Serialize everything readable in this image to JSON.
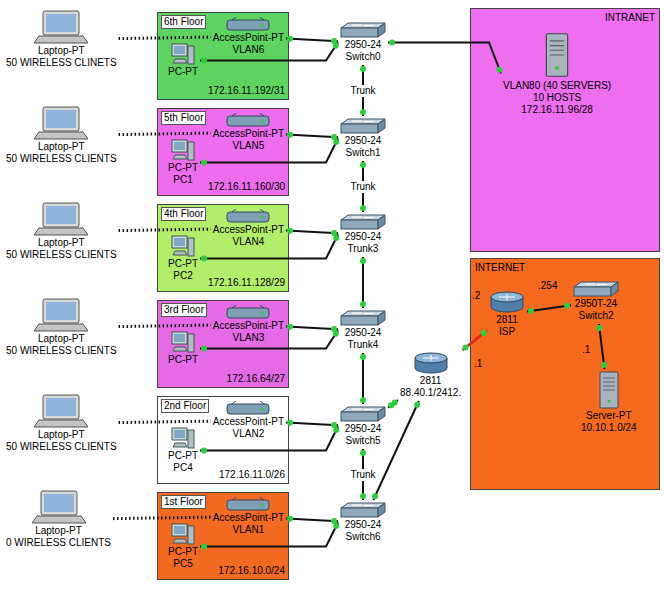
{
  "diagram": {
    "nodes": [
      {
        "text": [
          "Laptop-PT",
          "50 WIRELESS CLINETS"
        ]
      },
      {
        "text": [
          "6th Floor",
          "172.16.11.192/31"
        ]
      },
      {
        "text": [
          "AccessPoint-PT",
          "VLAN6"
        ],
        "in": 1
      },
      {
        "text": [
          "PC-PT"
        ],
        "in": 1
      },
      {
        "text": [
          "2950-24",
          "Switch0"
        ]
      },
      {
        "text": [
          "INTRANET"
        ]
      },
      {
        "text": [
          "VLAN80 (40 SERVERS)",
          "10 HOSTS",
          "172.16.11.96/28"
        ],
        "in": 5
      },
      {
        "text": [
          "Laptop-PT",
          "50 WIRELESS CLIENTS"
        ]
      },
      {
        "text": [
          "5th Floor",
          "172.16.11.160/30"
        ]
      },
      {
        "text": [
          "AccessPoint-PT",
          "VLAN5"
        ],
        "in": 8
      },
      {
        "text": [
          "PC-PT",
          "PC1"
        ],
        "in": 8
      },
      {
        "text": [
          "2950-24",
          "Switch1"
        ]
      },
      {
        "text": [
          "Laptop-PT",
          "50 WIRELESS CLIENTS"
        ]
      },
      {
        "text": [
          "4th Floor",
          "172.16.11.128/29"
        ]
      },
      {
        "text": [
          "AccessPoint-PT",
          "VLAN4"
        ],
        "in": 13
      },
      {
        "text": [
          "PC-PT",
          "PC2"
        ],
        "in": 13
      },
      {
        "text": [
          "2950-24",
          "Trunk3"
        ]
      },
      {
        "text": [
          "INTERNET"
        ]
      },
      {
        "text": [
          "2811",
          "ISP"
        ],
        "in": 17
      },
      {
        "text": [
          "2950T-24",
          "Switch2"
        ],
        "in": 17
      },
      {
        "text": [
          "Server-PT",
          "10.10.1.0/24"
        ],
        "in": 17
      },
      {
        "text": [
          "Laptop-PT",
          "50 WIRELESS CLIENTS"
        ]
      },
      {
        "text": [
          "3rd Floor",
          "172.16.64/27"
        ]
      },
      {
        "text": [
          "AccessPoint-PT",
          "VLAN3"
        ],
        "in": 22
      },
      {
        "text": [
          "PC-PT"
        ],
        "in": 22
      },
      {
        "text": [
          "2950-24",
          "Trunk4"
        ]
      },
      {
        "text": [
          "2811",
          "88.40.1/2412."
        ]
      },
      {
        "text": [
          "Laptop-PT",
          "50 WIRELESS CLIENTS"
        ]
      },
      {
        "text": [
          "2nd Floor",
          "172.16.11.0/26"
        ]
      },
      {
        "text": [
          "AccessPoint-PT",
          "VLAN2"
        ],
        "in": 28
      },
      {
        "text": [
          "PC-PT",
          "PC4"
        ],
        "in": 28
      },
      {
        "text": [
          "2950-24",
          "Switch5"
        ]
      },
      {
        "text": [
          "Laptop-PT",
          "0 WIRELESS CLIENTS"
        ]
      },
      {
        "text": [
          "1st Floor",
          "172.16.10.0/24"
        ]
      },
      {
        "text": [
          "AccessPoint-PT",
          "VLAN1"
        ],
        "in": 33
      },
      {
        "text": [
          "PC-PT",
          "PC5"
        ],
        "in": 33
      },
      {
        "text": [
          "2950-24",
          "Switch6"
        ]
      }
    ],
    "edges": [
      {
        "from": 0,
        "to": 2,
        "arrow": "none"
      },
      {
        "from": 2,
        "to": 4,
        "arrow": "none"
      },
      {
        "from": 3,
        "to": 4,
        "arrow": "none"
      },
      {
        "from": 4,
        "to": 6,
        "arrow": "none"
      },
      {
        "from": 4,
        "to": 11,
        "label": "Trunk",
        "arrow": "none"
      },
      {
        "from": 7,
        "to": 9,
        "arrow": "none"
      },
      {
        "from": 9,
        "to": 11,
        "arrow": "none"
      },
      {
        "from": 10,
        "to": 11,
        "arrow": "none"
      },
      {
        "from": 11,
        "to": 16,
        "label": "Trunk",
        "arrow": "none"
      },
      {
        "from": 12,
        "to": 14,
        "arrow": "none"
      },
      {
        "from": 14,
        "to": 16,
        "arrow": "none"
      },
      {
        "from": 15,
        "to": 16,
        "arrow": "none"
      },
      {
        "from": 16,
        "to": 25,
        "arrow": "none"
      },
      {
        "from": 21,
        "to": 23,
        "arrow": "none"
      },
      {
        "from": 23,
        "to": 25,
        "arrow": "none"
      },
      {
        "from": 24,
        "to": 25,
        "arrow": "none"
      },
      {
        "from": 25,
        "to": 31,
        "arrow": "none"
      },
      {
        "from": 27,
        "to": 29,
        "arrow": "none"
      },
      {
        "from": 29,
        "to": 31,
        "arrow": "none"
      },
      {
        "from": 30,
        "to": 31,
        "arrow": "none"
      },
      {
        "from": 31,
        "to": 36,
        "label": "Trunk",
        "arrow": "none"
      },
      {
        "from": 32,
        "to": 34,
        "arrow": "none"
      },
      {
        "from": 34,
        "to": 36,
        "arrow": "none"
      },
      {
        "from": 35,
        "to": 36,
        "arrow": "none"
      },
      {
        "from": 26,
        "to": 31,
        "arrow": "none"
      },
      {
        "from": 26,
        "to": 36,
        "arrow": "none"
      },
      {
        "from": 26,
        "to": 18,
        "arrow": "none"
      },
      {
        "from": 18,
        "to": 19,
        "arrow": "none"
      },
      {
        "from": 19,
        "to": 20,
        "arrow": "none"
      }
    ],
    "labels": [
      ".2",
      ".1",
      ".254",
      ".1"
    ]
  }
}
